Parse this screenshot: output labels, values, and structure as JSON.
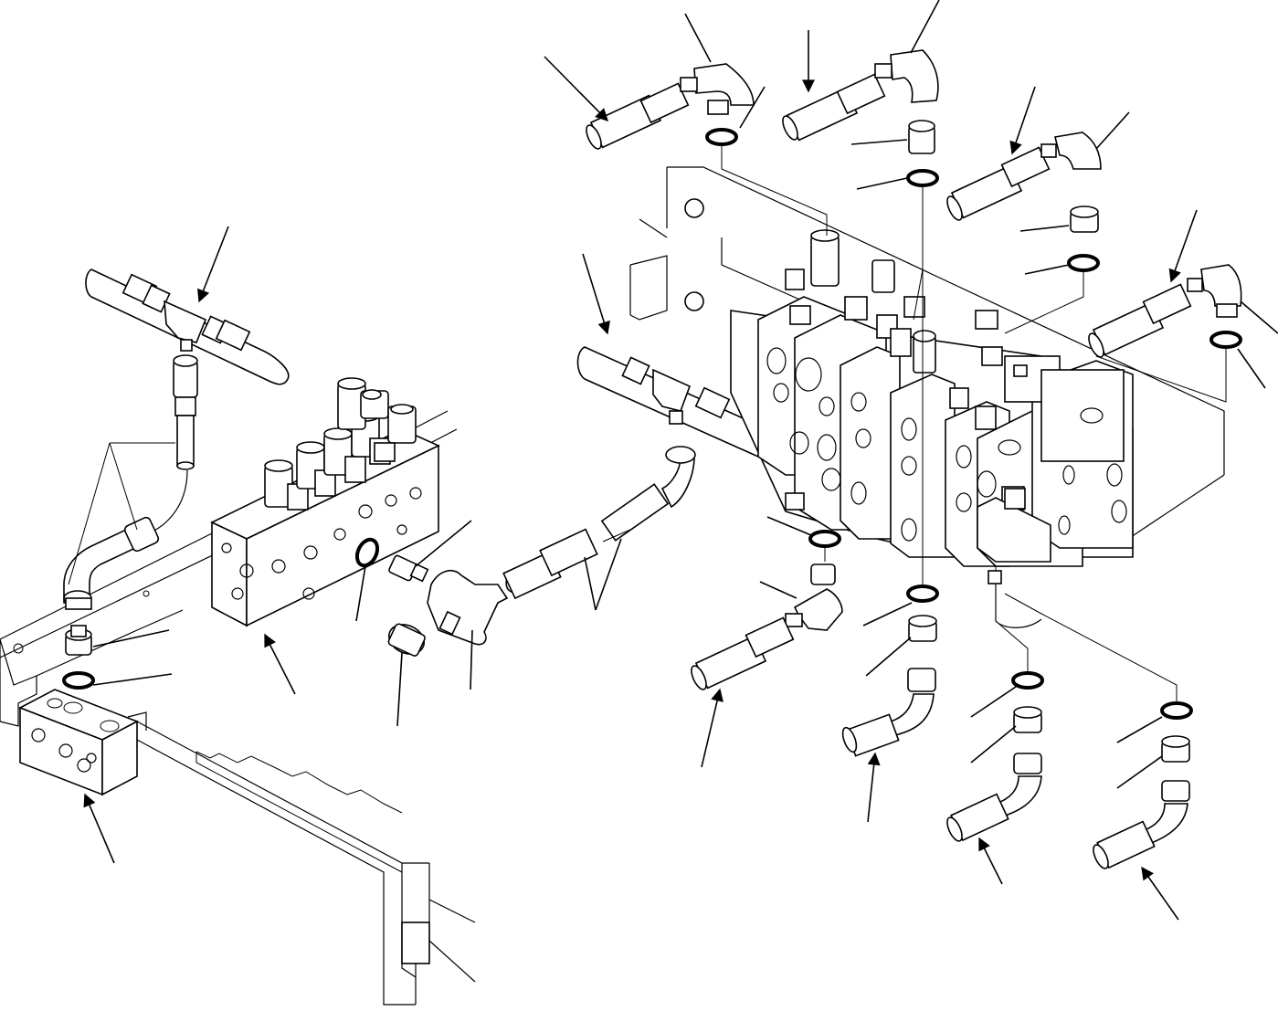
{
  "figure": {
    "labels": [],
    "colors": {
      "line": "#000000",
      "background": "#ffffff"
    }
  },
  "parts": [
    "control-valve-assembly",
    "solenoid-valve-block",
    "junction-block",
    "mounting-bracket",
    "tee-fitting",
    "elbow-fitting",
    "straight-adapter",
    "o-ring",
    "plug-cap",
    "hydraulic-hose"
  ]
}
